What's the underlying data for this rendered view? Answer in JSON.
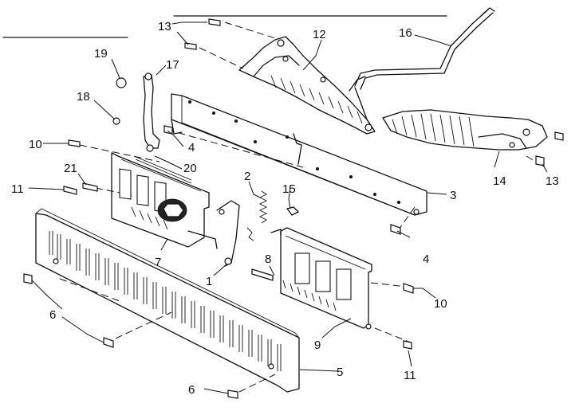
{
  "labels": [
    {
      "text": "1"
    },
    {
      "text": "2"
    },
    {
      "text": "3"
    },
    {
      "text": "4"
    },
    {
      "text": "4"
    },
    {
      "text": "5"
    },
    {
      "text": "6"
    },
    {
      "text": "6"
    },
    {
      "text": "7"
    },
    {
      "text": "8"
    },
    {
      "text": "9"
    },
    {
      "text": "10"
    },
    {
      "text": "10"
    },
    {
      "text": "11"
    },
    {
      "text": "11"
    },
    {
      "text": "12"
    },
    {
      "text": "13"
    },
    {
      "text": "13"
    },
    {
      "text": "14"
    },
    {
      "text": "15"
    },
    {
      "text": "16"
    },
    {
      "text": "17"
    },
    {
      "text": "18"
    },
    {
      "text": "19"
    },
    {
      "text": "20"
    },
    {
      "text": "21"
    }
  ]
}
